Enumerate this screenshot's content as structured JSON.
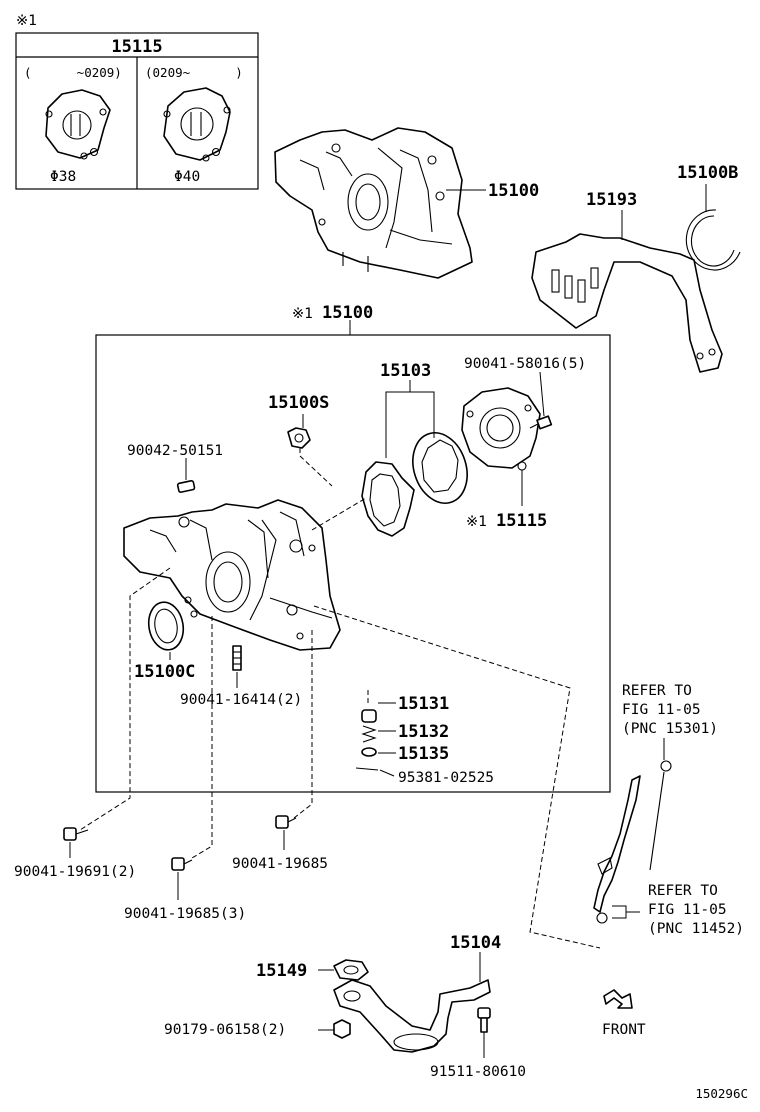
{
  "note_mark": "※1",
  "inset": {
    "title": "15115",
    "left_range": "(      ~0209)",
    "right_range": "(0209~      )",
    "left_size": "Φ38",
    "right_size": "Φ40"
  },
  "labels": {
    "p15100_top": "15100",
    "p15193": "15193",
    "p15100B": "15100B",
    "assembly_mark": "※1",
    "assembly_num": "15100",
    "p15103": "15103",
    "p90041_58016": "90041-58016(5)",
    "p15100S": "15100S",
    "p90042_50151": "90042-50151",
    "p15115_mark": "※1",
    "p15115_num": "15115",
    "p15100C": "15100C",
    "p90041_16414": "90041-16414(2)",
    "p15131": "15131",
    "p15132": "15132",
    "p15135": "15135",
    "p95381_02525": "95381-02525",
    "p90041_19691": "90041-19691(2)",
    "p90041_19685": "90041-19685",
    "p90041_19685_3": "90041-19685(3)",
    "p15104": "15104",
    "p15149": "15149",
    "p90179_06158": "90179-06158(2)",
    "p91511_80610": "91511-80610",
    "front": "FRONT",
    "figure_id": "150296C"
  },
  "refer_1": {
    "line1": "REFER TO",
    "line2": "FIG 11-05",
    "line3": "(PNC 15301)"
  },
  "refer_2": {
    "line1": "REFER TO",
    "line2": "FIG 11-05",
    "line3": "(PNC 11452)"
  }
}
